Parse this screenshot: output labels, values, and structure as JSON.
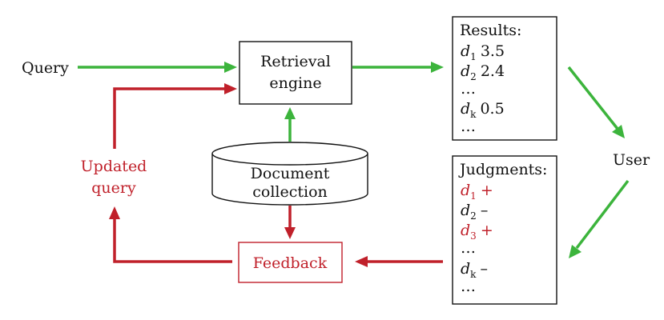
{
  "query_label": "Query",
  "retrieval_engine": {
    "line1": "Retrieval",
    "line2": "engine"
  },
  "document_collection": {
    "line1": "Document",
    "line2": "collection"
  },
  "updated_query": {
    "line1": "Updated",
    "line2": "query"
  },
  "feedback_label": "Feedback",
  "user_label": "User",
  "results": {
    "title": "Results:",
    "rows": [
      {
        "doc": "d",
        "sub": "1",
        "score": "3.5"
      },
      {
        "doc": "d",
        "sub": "2",
        "score": "2.4"
      },
      {
        "ellipsis": "…"
      },
      {
        "doc": "d",
        "sub": "k",
        "score": "0.5"
      },
      {
        "ellipsis": "…"
      }
    ]
  },
  "judgments": {
    "title": "Judgments:",
    "rows": [
      {
        "doc": "d",
        "sub": "1",
        "mark": "+",
        "relevant": true
      },
      {
        "doc": "d",
        "sub": "2",
        "mark": "–",
        "relevant": false
      },
      {
        "doc": "d",
        "sub": "3",
        "mark": "+",
        "relevant": true
      },
      {
        "ellipsis": "…"
      },
      {
        "doc": "d",
        "sub": "k",
        "mark": "–",
        "relevant": false
      },
      {
        "ellipsis": "…"
      }
    ]
  },
  "colors": {
    "forward_flow": "#3cb43c",
    "feedback_flow": "#c0202a",
    "text": "#111111"
  }
}
